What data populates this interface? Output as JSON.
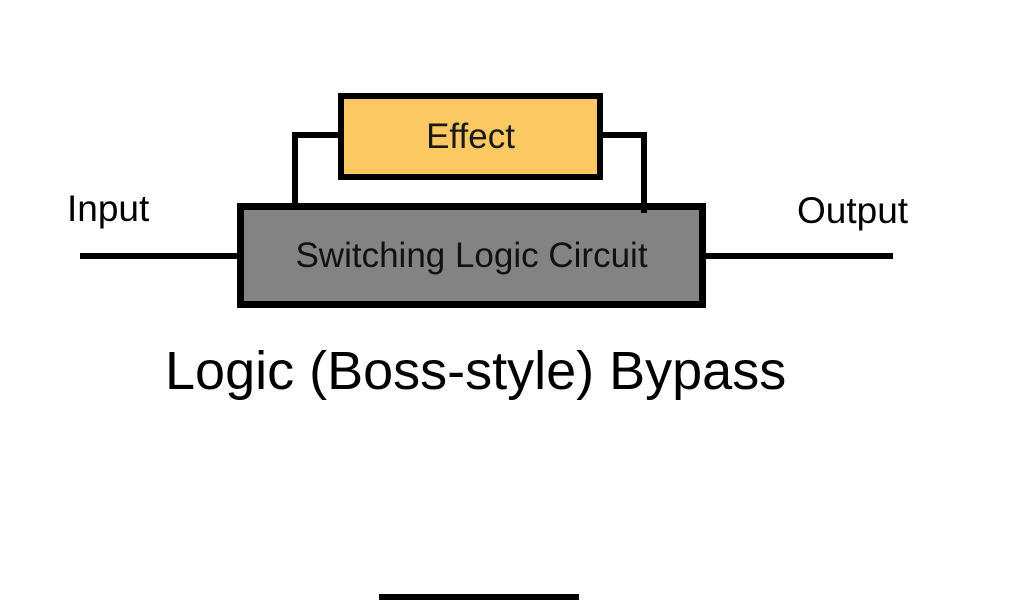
{
  "diagram": {
    "title": "Logic (Boss-style) Bypass",
    "blocks": [
      {
        "id": "effect",
        "label": "Effect",
        "fill": "#FBC862",
        "border": "#000000"
      },
      {
        "id": "switching-logic",
        "label": "Switching Logic Circuit",
        "fill": "#838383",
        "border": "#000000"
      }
    ],
    "ports": {
      "input": "Input",
      "output": "Output"
    },
    "colors": {
      "background": "#FFFFFF",
      "wire": "#000000",
      "text": "#000000"
    }
  }
}
